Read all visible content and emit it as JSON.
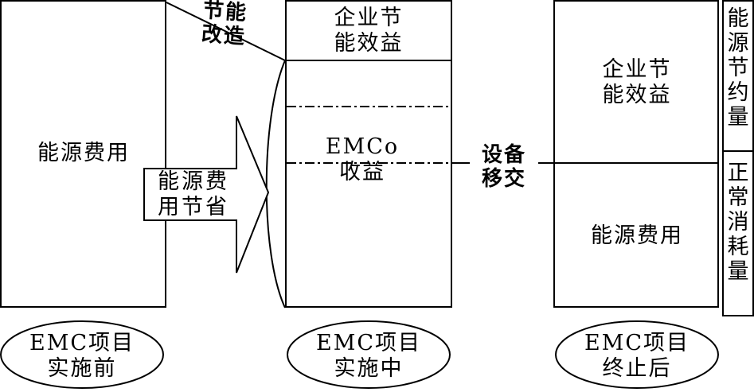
{
  "before": {
    "energy_cost": "能源费用",
    "caption": "EMC项目\n实施前"
  },
  "during": {
    "enterprise_benefit": "企业节\n能效益",
    "emco_benefit": "EMCo\n收益",
    "caption": "EMC项目\n实施中"
  },
  "after": {
    "enterprise_benefit": "企业节\n能效益",
    "energy_cost": "能源费用",
    "caption": "EMC项目\n终止后"
  },
  "arrow_label": "能源费\n用节省",
  "retrofit_label": "节能\n改造",
  "transfer_label": "设备\n移交",
  "side": {
    "saving": "能源节约量",
    "normal": "正常消耗量"
  }
}
